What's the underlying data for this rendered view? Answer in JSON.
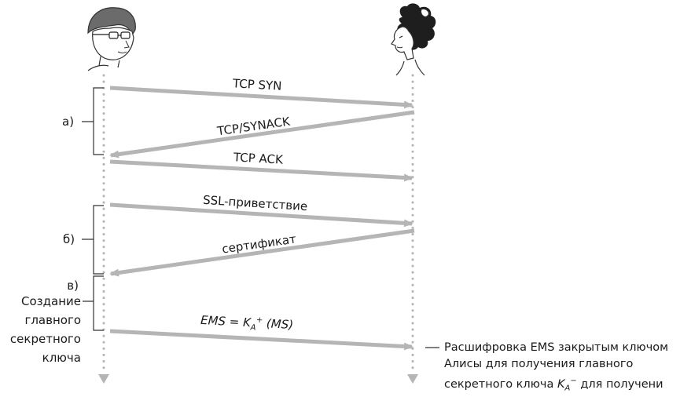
{
  "messages": {
    "tcp_syn": "TCP SYN",
    "tcp_synack": "TCP/SYNACK",
    "tcp_ack": "TCP ACK",
    "ssl_hello": "SSL-приветствие",
    "certificate": "сертификат",
    "ems_label": "EMS = K",
    "ems_sub": "A",
    "ems_sup": "+",
    "ems_tail": " (MS)"
  },
  "phases": {
    "a": "а)",
    "b": "б)",
    "c": "в)",
    "c_desc_1": "Создание",
    "c_desc_2": "главного",
    "c_desc_3": "секретного",
    "c_desc_4": "ключа"
  },
  "note": {
    "line1": "Расшифровка EMS закрытым ключом",
    "line2": "Алисы  для получения главного",
    "line3_prefix": "секретного ключа ",
    "line3_k": "K",
    "line3_sub": "A",
    "line3_sup": "−",
    "line3_suffix": " для получени"
  },
  "colors": {
    "arrow": "#b5b5b5",
    "lifeline": "#b5b5b5",
    "text": "#1a1a1a"
  },
  "icons": {
    "left": "bob-person-icon",
    "right": "alice-person-icon"
  }
}
